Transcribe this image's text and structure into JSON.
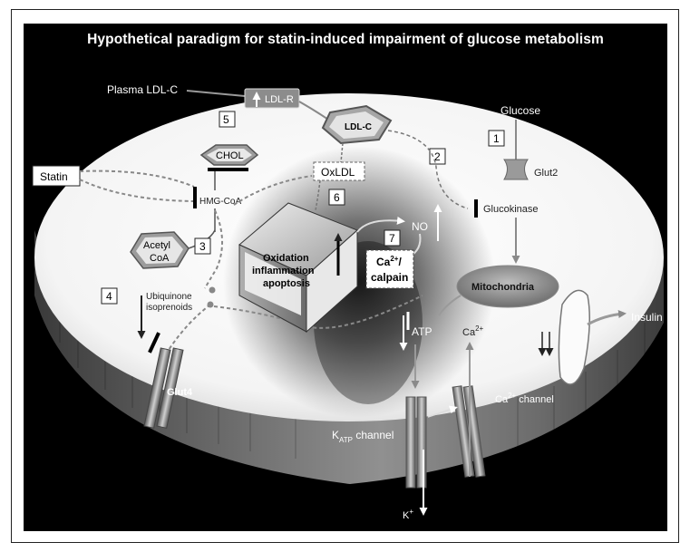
{
  "title": "Hypothetical paradigm for statin-induced impairment of glucose metabolism",
  "labels": {
    "plasma_ldl": "Plasma LDL-C",
    "ldl_r": "LDL-R",
    "ldl_c": "LDL-C",
    "glucose": "Glucose",
    "glut2": "Glut2",
    "statin": "Statin",
    "chol": "CHOL",
    "hmg_coa": "HMG-CoA",
    "oxldl": "OxLDL",
    "glucokinase": "Glucokinase",
    "acetyl": "Acetyl",
    "coa": "CoA",
    "no": "NO",
    "oxidation": "Oxidation",
    "inflammation": "inflammation",
    "apoptosis": "apoptosis",
    "ca_calpain_1": "Ca",
    "ca_sup": "2+",
    "ca_calpain_2": "/",
    "calpain": "calpain",
    "mitochondria": "Mitochondria",
    "ubiquinone": "Ubiquinone",
    "isoprenoids": "isoprenoids",
    "insulin": "Insulin",
    "atp": "ATP",
    "ca2": "Ca",
    "ca2_sup": "2+",
    "glut4": "Glut4",
    "ca_channel_pre": "Ca",
    "ca_channel_sup": "2+",
    "ca_channel_post": " channel",
    "katp_k": "K",
    "katp_sub": "ATP",
    "katp_post": " channel",
    "k_plus": "K",
    "k_sup": "+"
  },
  "steps": [
    "1",
    "2",
    "3",
    "4",
    "5",
    "6",
    "7"
  ]
}
